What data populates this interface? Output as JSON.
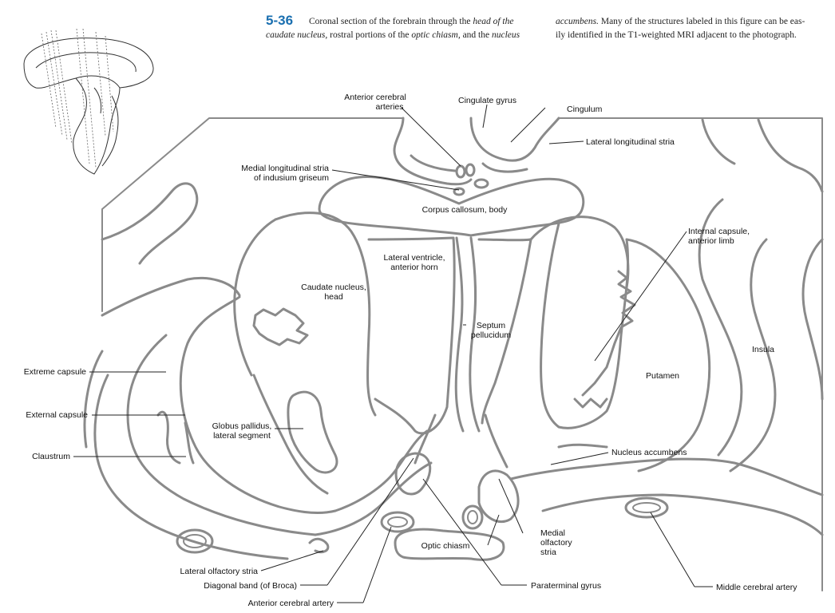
{
  "caption": {
    "number": "5-36",
    "line1_a": "Coronal section of the forebrain through the ",
    "line1_b": "head of the",
    "line2_a": "caudate nucleus,",
    "line2_b": " rostral portions of the ",
    "line2_c": "optic chiasm,",
    "line2_d": " and the ",
    "line2_e": "nucleus",
    "col2_line1_a": "accumbens.",
    "col2_line1_b": " Many of the structures labeled in this figure can be eas-",
    "col2_line2": "ily identified in the T1-weighted MRI adjacent to the photograph."
  },
  "labels": {
    "anterior_cerebral_arteries_1": "Anterior cerebral",
    "anterior_cerebral_arteries_2": "arteries",
    "cingulate_gyrus": "Cingulate gyrus",
    "cingulum": "Cingulum",
    "lateral_longitudinal_stria": "Lateral longitudinal stria",
    "medial_longitudinal_stria_1": "Medial longitudinal stria",
    "medial_longitudinal_stria_2": "of indusium griseum",
    "corpus_callosum": "Corpus callosum, body",
    "internal_capsule_1": "Internal capsule,",
    "internal_capsule_2": "anterior limb",
    "lateral_ventricle_1": "Lateral ventricle,",
    "lateral_ventricle_2": "anterior horn",
    "caudate_1": "Caudate nucleus,",
    "caudate_2": "head",
    "septum_1": "Septum",
    "septum_2": "pellucidum",
    "insula": "Insula",
    "putamen": "Putamen",
    "extreme_capsule": "Extreme capsule",
    "external_capsule": "External capsule",
    "globus_1": "Globus pallidus,",
    "globus_2": "lateral segment",
    "claustrum": "Claustrum",
    "nucleus_accumbens": "Nucleus accumbens",
    "medial_olfactory_1": "Medial",
    "medial_olfactory_2": "olfactory",
    "medial_olfactory_3": "stria",
    "optic_chiasm": "Optic chiasm",
    "lateral_olfactory_stria": "Lateral olfactory stria",
    "diagonal_band": "Diagonal band (of Broca)",
    "paraterminal_gyrus": "Paraterminal gyrus",
    "middle_cerebral_artery": "Middle cerebral artery",
    "anterior_cerebral_artery": "Anterior cerebral artery"
  }
}
